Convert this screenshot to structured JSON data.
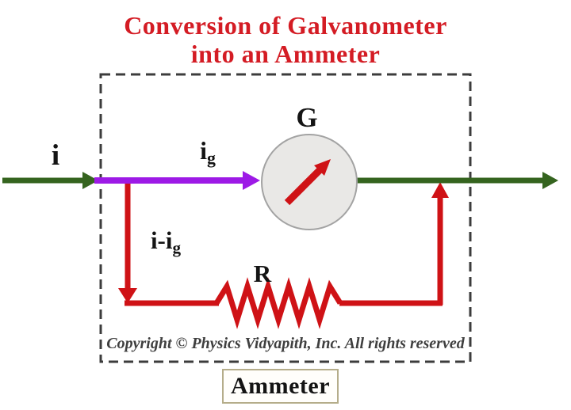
{
  "title": {
    "line1": "Conversion of Galvanometer",
    "line2": "into an Ammeter"
  },
  "labels": {
    "current_in": "i",
    "galvanometer_current_base": "i",
    "galvanometer_current_sub": "g",
    "shunt_current_base": "i-i",
    "shunt_current_sub": "g",
    "galvanometer": "G",
    "resistance": "R",
    "ammeter_caption": "Ammeter"
  },
  "copyright": "Copyright © Physics Vidyapith, Inc. All rights reserved",
  "colors": {
    "title_red": "#d41c24",
    "circuit_red": "#cf1216",
    "wire_green": "#35641f",
    "wire_purple": "#9d1ae6",
    "dashed_border": "#3c3c3c",
    "meter_fill": "#e9e8e6",
    "meter_stroke": "#a3a3a3",
    "label_black": "#141414",
    "copyright_gray": "#3f3f3f",
    "ammeter_box_border": "#b5ad8a"
  }
}
